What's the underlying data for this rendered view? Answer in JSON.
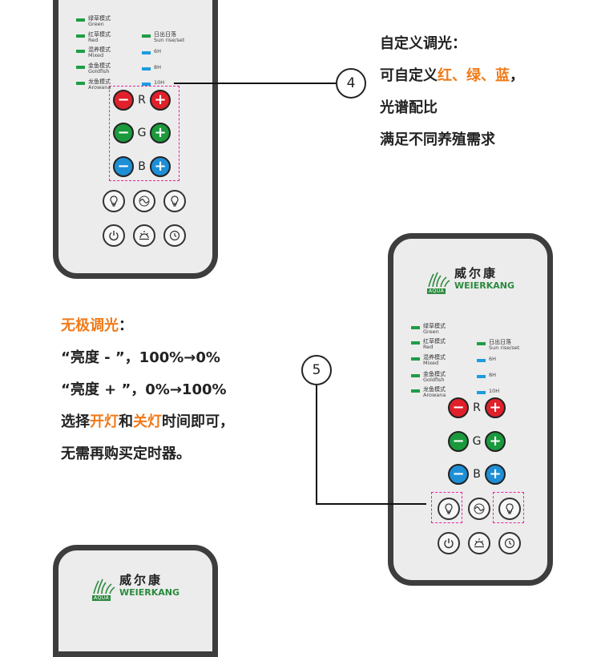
{
  "remote": {
    "brand_cn": "威尔康",
    "brand_en": "WEIERKANG",
    "brand_badge": "AQUA",
    "modes": [
      {
        "cn": "绿草模式",
        "en": "Green"
      },
      {
        "cn": "红草模式",
        "en": "Red"
      },
      {
        "cn": "混养模式",
        "en": "Mixed"
      },
      {
        "cn": "金鱼模式",
        "en": "Goldfish"
      },
      {
        "cn": "龙鱼模式",
        "en": "Arowana"
      }
    ],
    "timers": [
      {
        "cn": "日出日落",
        "en": "Sun rise/set"
      },
      {
        "cn": "",
        "en": "6H"
      },
      {
        "cn": "",
        "en": "8H"
      },
      {
        "cn": "",
        "en": "10H"
      }
    ],
    "rgb": {
      "minus": "−",
      "plus": "+",
      "r": "R",
      "g": "G",
      "b": "B"
    },
    "colors": {
      "red": "#e0202a",
      "green": "#1a9a3c",
      "blue": "#1d8fd6",
      "highlight": "#e6239e",
      "orange": "#f07a19"
    }
  },
  "callouts": {
    "c4": "4",
    "c5": "5"
  },
  "section4": {
    "line1": "自定义调光：",
    "line2_prefix": "可自定义",
    "line2_red": "红",
    "sep1": "、",
    "line2_green": "绿",
    "sep2": "、",
    "line2_blue": "蓝",
    "line2_suffix": "，",
    "line3": "光谱配比",
    "line4": "满足不同养殖需求"
  },
  "section5": {
    "title": "无极调光",
    "title_colon": "：",
    "line1": "“亮度 - ”，100%→0%",
    "line2": "“亮度 + ”，0%→100%",
    "line3_a": "选择",
    "line3_b": "开灯",
    "line3_c": "和",
    "line3_d": "关灯",
    "line3_e": "时间即可，",
    "line4": "无需再购买定时器。"
  }
}
